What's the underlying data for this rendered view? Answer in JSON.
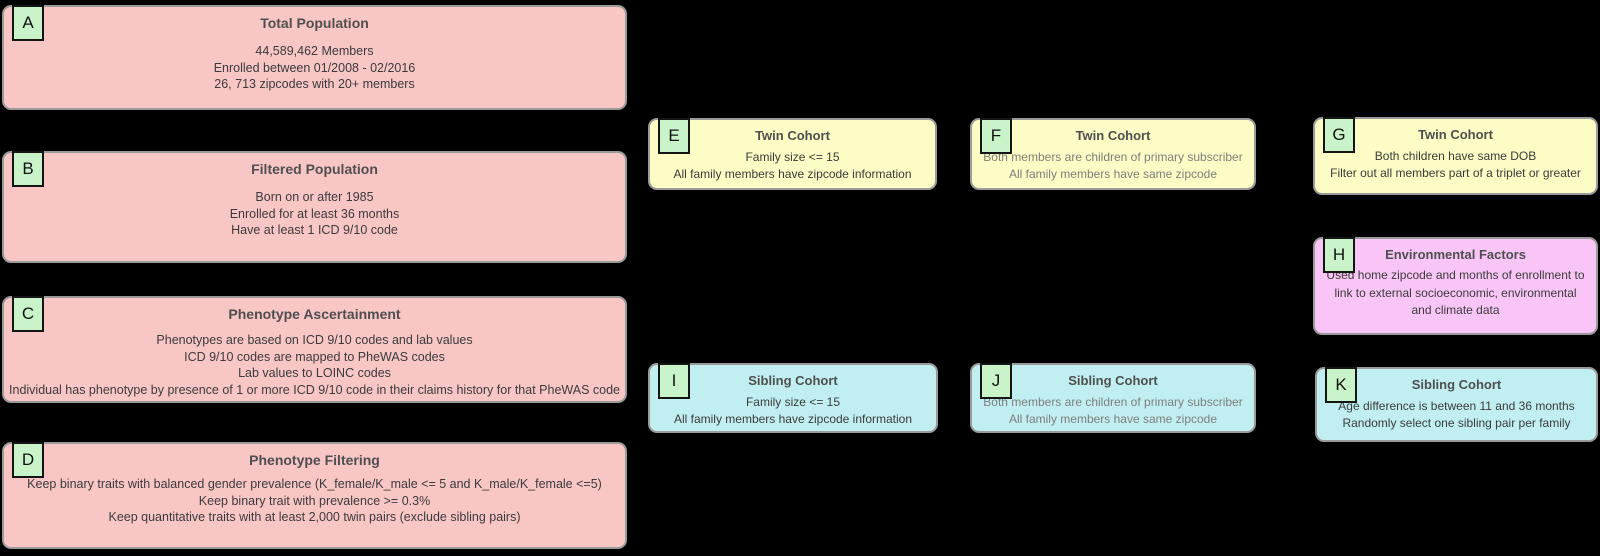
{
  "diagram": {
    "description": "Cohort construction flowchart with lettered steps",
    "colors": {
      "background": "#000000",
      "population_box_fill": "#f9c6c6",
      "twin_cohort_fill": "#fcfcc5",
      "sibling_cohort_fill": "#c1eff1",
      "environmental_fill": "#f9c5f7",
      "label_square_fill": "#c9f4c9",
      "box_border": "#9a9a9a",
      "title_text": "#4f4f4f",
      "body_text": "#3b3b3b",
      "muted_body_text": "#7e7e7e"
    },
    "boxes": [
      {
        "label": "A",
        "title": "Total Population",
        "lines": [
          "44,589,462 Members",
          "Enrolled between 01/2008 - 02/2016",
          "26, 713 zipcodes with 20+ members"
        ]
      },
      {
        "label": "B",
        "title": "Filtered Population",
        "lines": [
          "Born on or after 1985",
          "Enrolled for at least 36 months",
          "Have at least 1 ICD 9/10 code"
        ]
      },
      {
        "label": "C",
        "title": "Phenotype Ascertainment",
        "lines": [
          "Phenotypes are based on ICD 9/10 codes and lab values",
          "ICD 9/10 codes are mapped to PheWAS codes",
          "Lab values to LOINC codes",
          "Individual has phenotype by presence of 1 or more ICD 9/10 code in their claims history for that PheWAS code"
        ]
      },
      {
        "label": "D",
        "title": "Phenotype Filtering",
        "lines": [
          "Keep binary traits with balanced gender prevalence (K_female/K_male <= 5 and K_male/K_female <=5)",
          "Keep binary trait with prevalence >= 0.3%",
          "Keep quantitative traits with at least 2,000 twin pairs (exclude sibling pairs)"
        ]
      },
      {
        "label": "E",
        "title": "Twin Cohort",
        "lines": [
          "Family size <= 15",
          "All family members have zipcode information"
        ]
      },
      {
        "label": "F",
        "title": "Twin Cohort",
        "lines": [
          "Both members are children of primary subscriber",
          "All family members have same zipcode"
        ]
      },
      {
        "label": "G",
        "title": "Twin Cohort",
        "lines": [
          "Both children have same DOB",
          "Filter out all members part of a triplet or greater"
        ]
      },
      {
        "label": "H",
        "title": "Environmental Factors",
        "lines": [
          "Used home zipcode and months of enrollment to link to external socioeconomic, environmental and climate data"
        ]
      },
      {
        "label": "I",
        "title": "Sibling Cohort",
        "lines": [
          "Family size <= 15",
          "All family members have zipcode information"
        ]
      },
      {
        "label": "J",
        "title": "Sibling Cohort",
        "lines": [
          "Both members are children of primary subscriber",
          "All family members have same zipcode"
        ]
      },
      {
        "label": "K",
        "title": "Sibling Cohort",
        "lines": [
          "Age difference is between 11 and 36 months",
          "Randomly select one sibling pair per family"
        ]
      }
    ]
  }
}
